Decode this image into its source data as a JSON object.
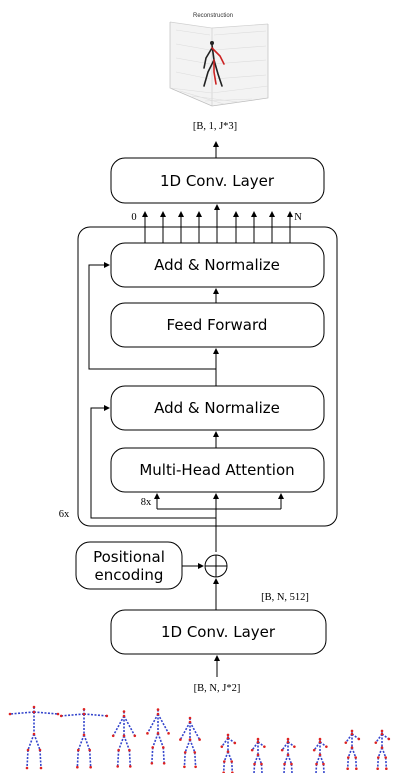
{
  "plot": {
    "title": "Reconstruction"
  },
  "labels": {
    "output_shape": "[B, 1, J*3]",
    "input_shape": "[B, N, J*2]",
    "embed_shape": "[B, N, 512]",
    "repeat": "6x",
    "heads": "8x",
    "first_index": "0",
    "last_index": "N"
  },
  "blocks": {
    "conv_top": "1D Conv. Layer",
    "add_norm_top": "Add & Normalize",
    "feed_forward": "Feed Forward",
    "add_norm_bottom": "Add & Normalize",
    "attention": "Multi-Head Attention",
    "positional": [
      "Positional",
      "encoding"
    ],
    "conv_bottom": "1D Conv. Layer"
  },
  "colors": {
    "skeleton_body": "#3344cc",
    "skeleton_joint": "#dd2222",
    "reconstruction_left": "#cc2222",
    "reconstruction_right": "#222222"
  }
}
